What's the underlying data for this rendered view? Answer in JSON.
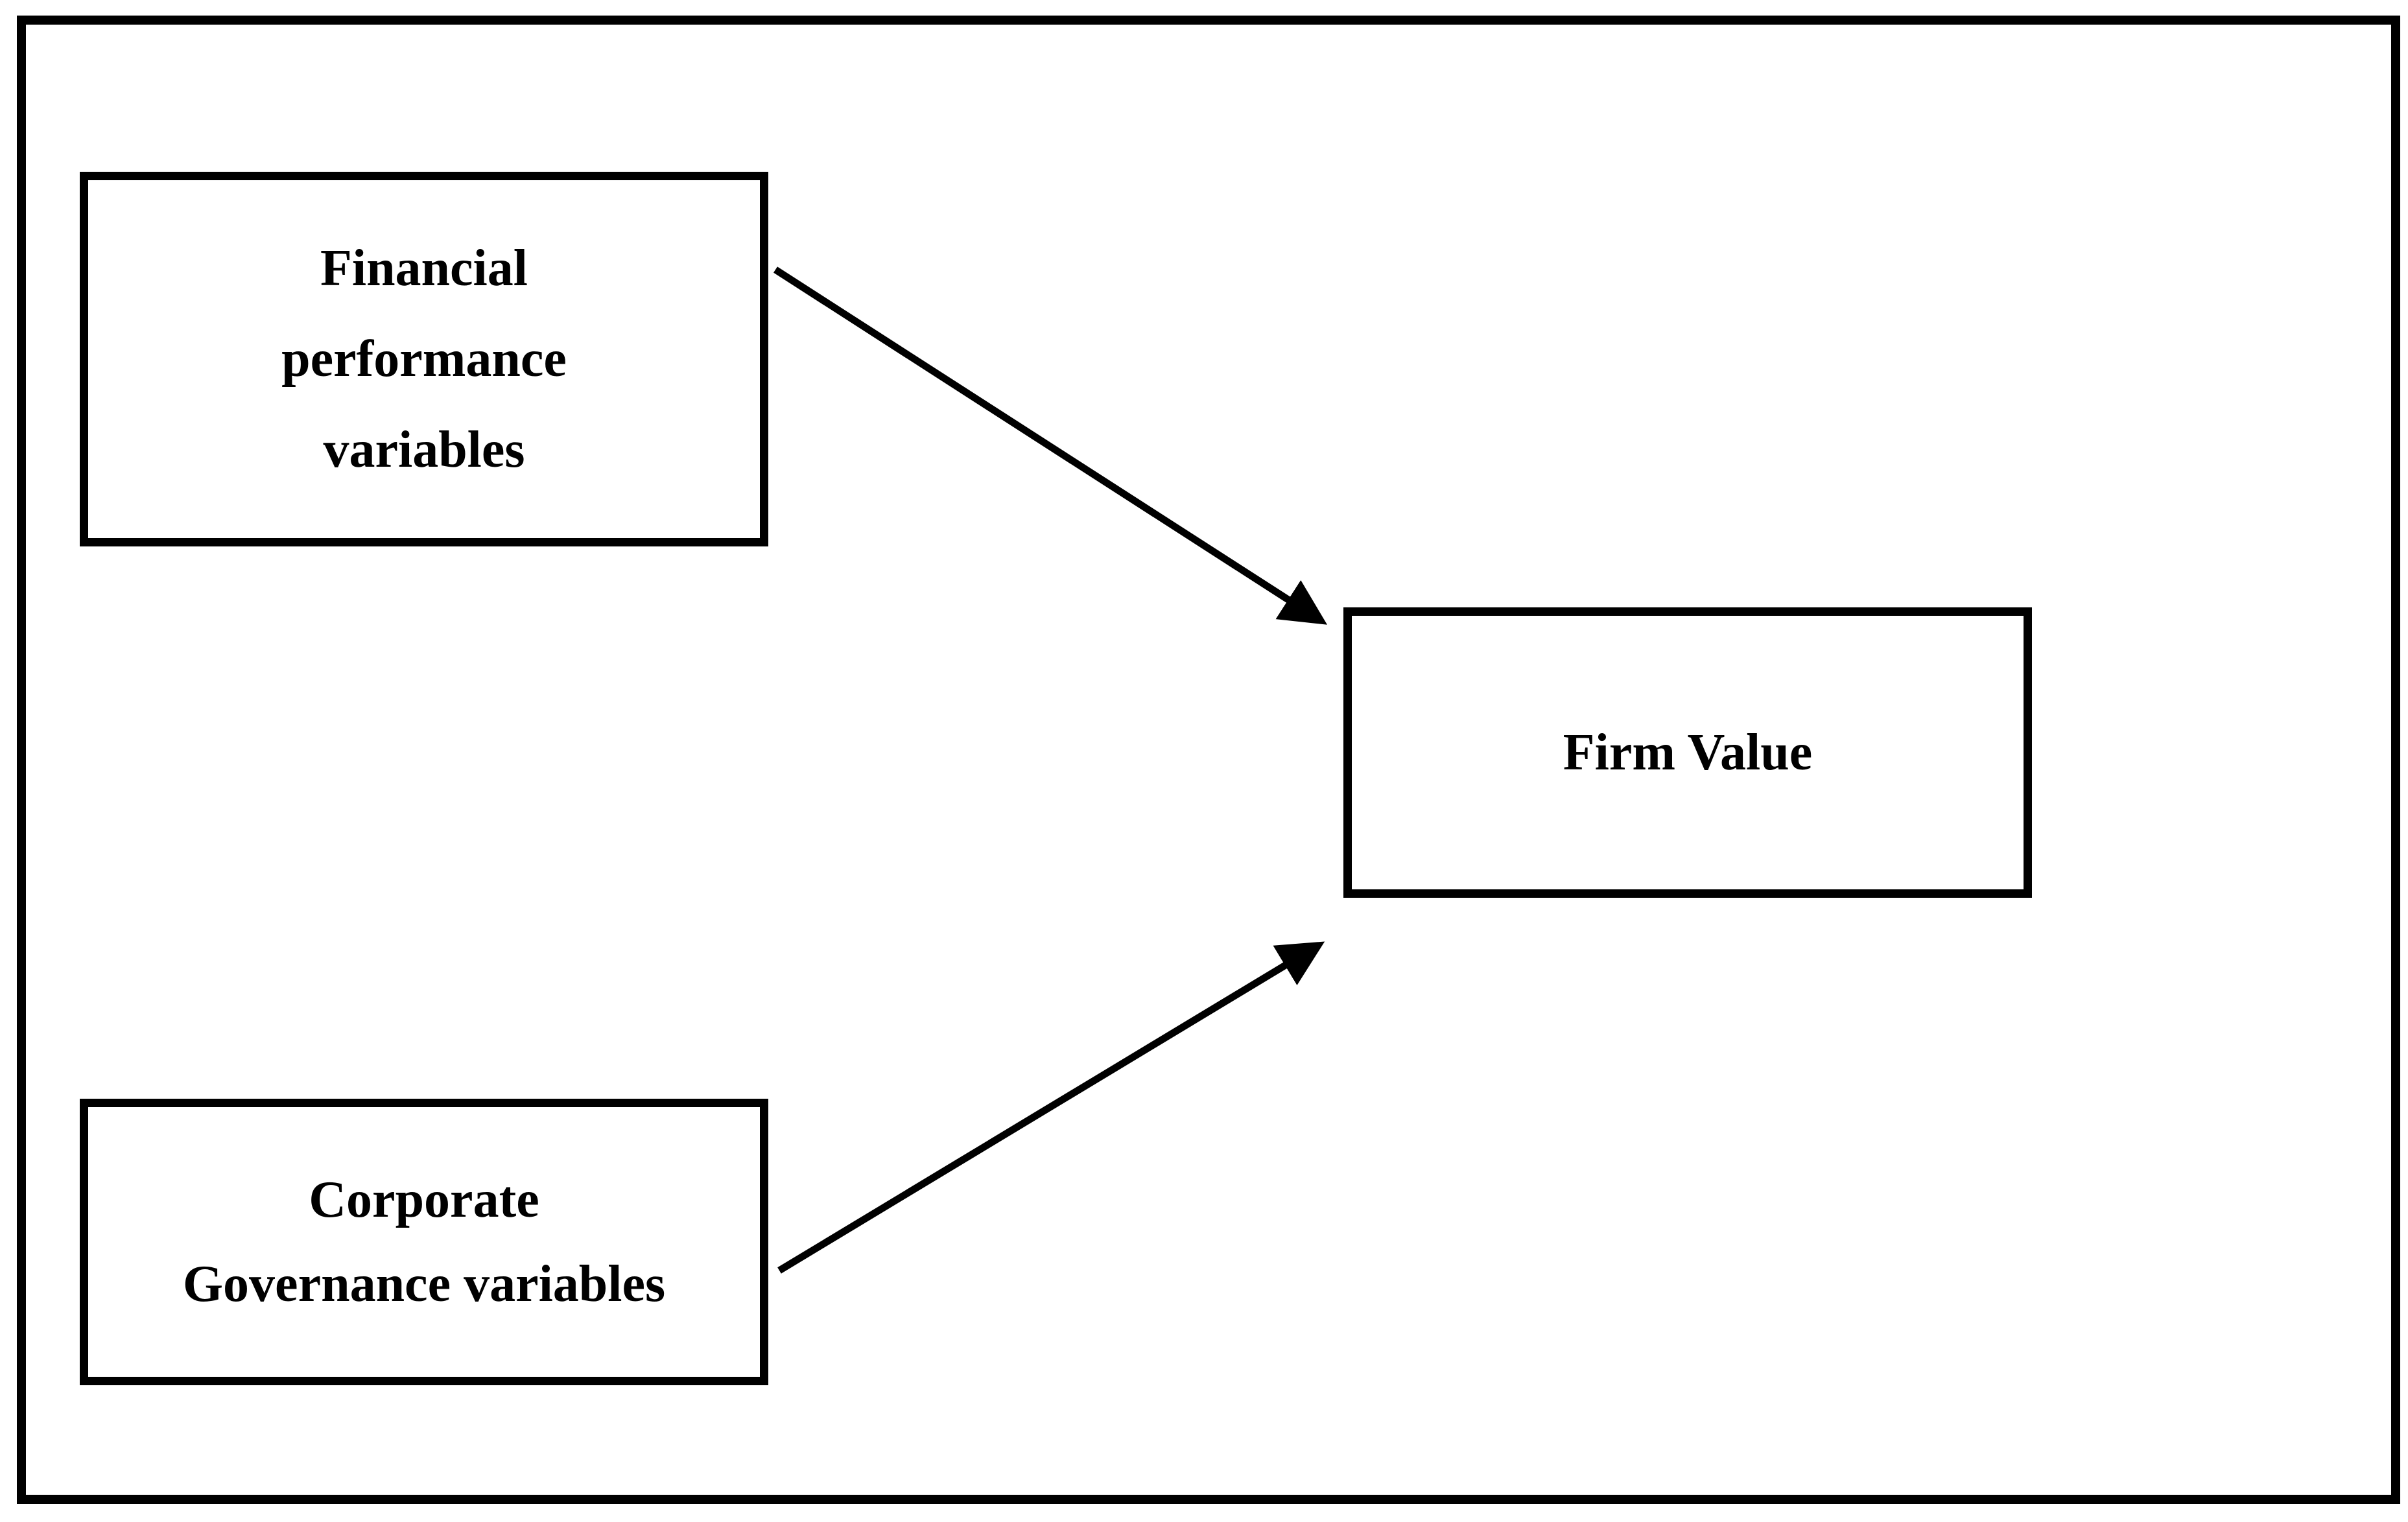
{
  "figure": {
    "background_color": "#ffffff",
    "ink_color": "#000000",
    "nodes": {
      "financial_performance": {
        "lines": [
          "Financial",
          "performance",
          "variables"
        ]
      },
      "corporate_governance": {
        "lines": [
          "Corporate",
          "Governance variables"
        ]
      },
      "firm_value": {
        "lines": [
          "Firm Value"
        ]
      }
    },
    "relationships": [
      {
        "from": "financial_performance",
        "to": "firm_value",
        "style": "solid-arrow"
      },
      {
        "from": "corporate_governance",
        "to": "firm_value",
        "style": "solid-arrow"
      }
    ]
  }
}
